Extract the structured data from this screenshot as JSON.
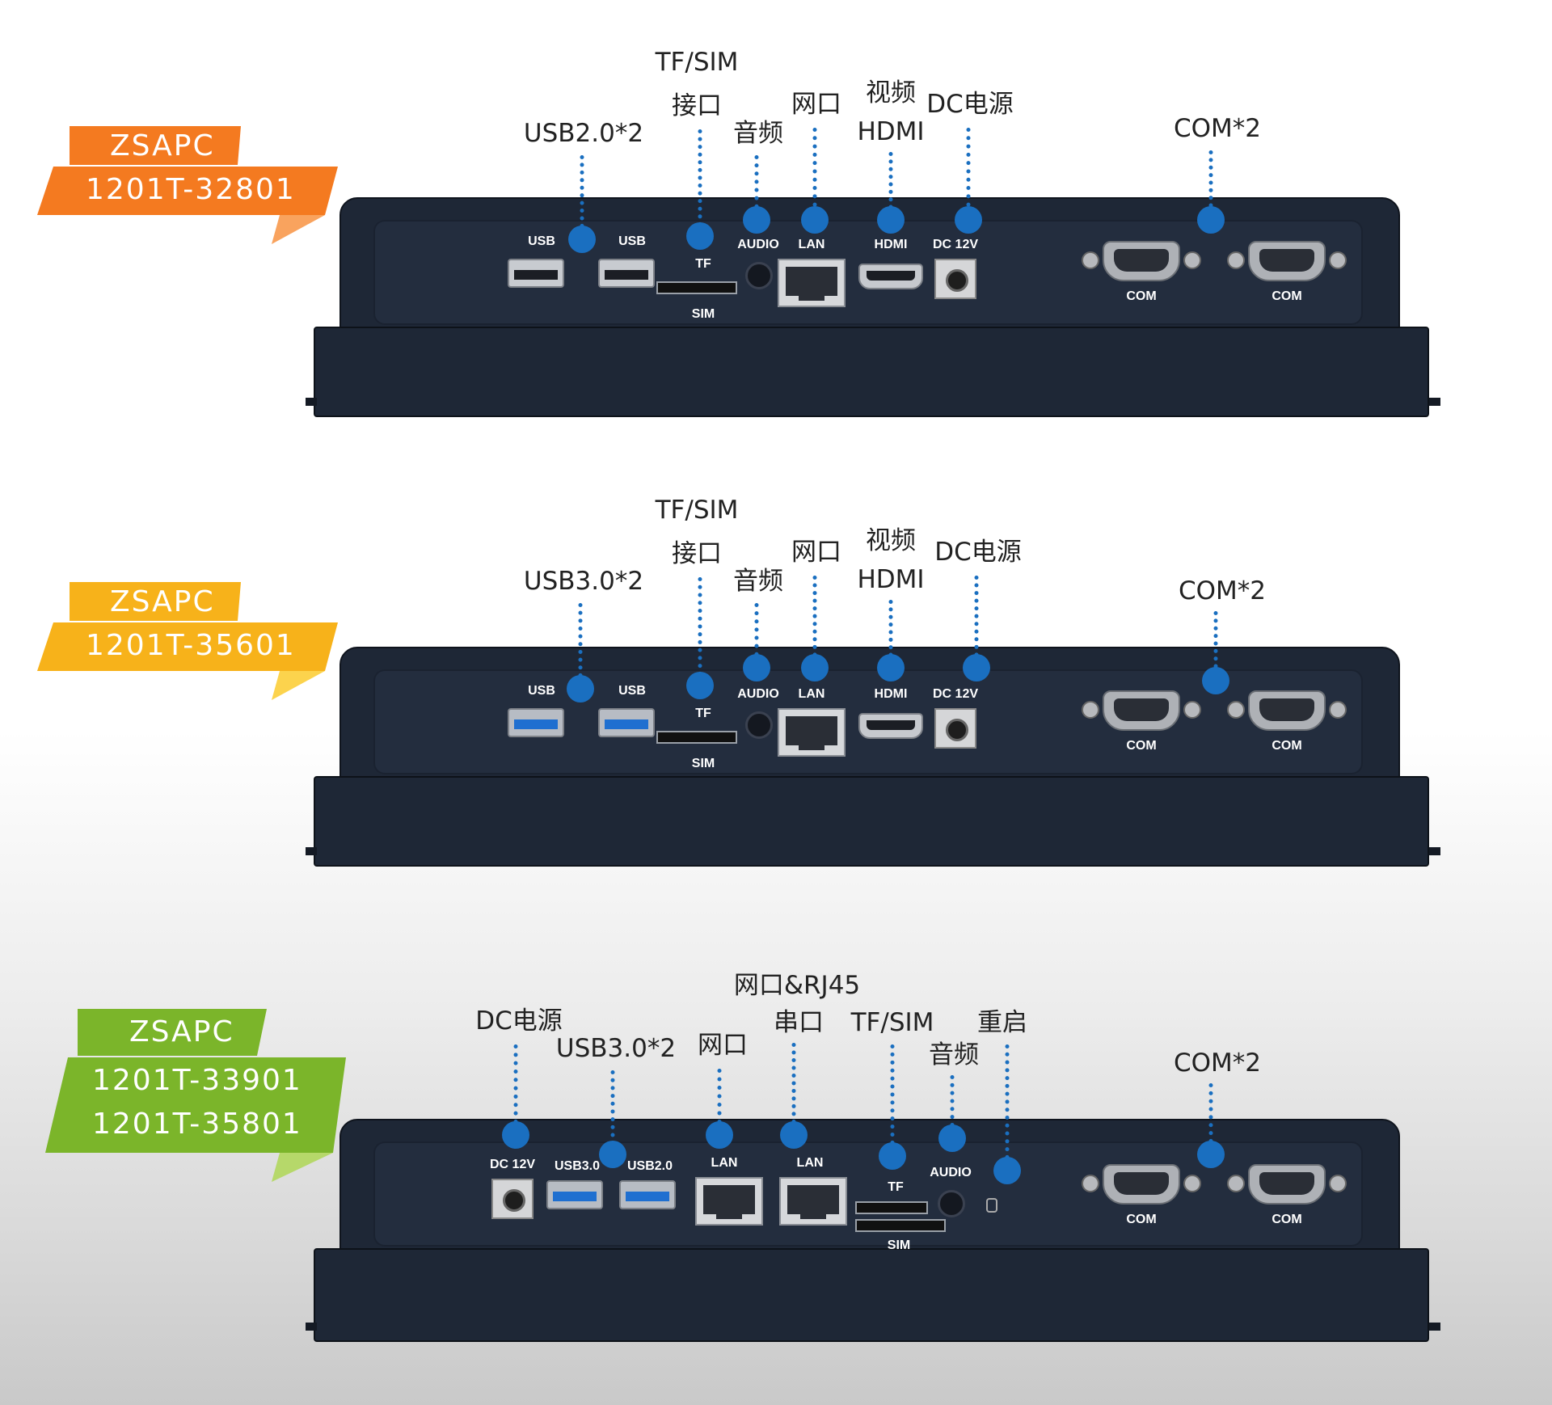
{
  "colors": {
    "orange": "#f47a20",
    "yellow": "#f7b21a",
    "green": "#7bb52a",
    "callout_blue": "#1a6fc0",
    "device_body": "#1e2736"
  },
  "sections": [
    {
      "model_brand": "ZSAPC",
      "model_codes": [
        "1201T-32801"
      ],
      "port_labels": {
        "usb_a": "USB",
        "usb_b": "USB",
        "tf": "TF",
        "sim": "SIM",
        "audio": "AUDIO",
        "lan": "LAN",
        "hdmi": "HDMI",
        "dc": "DC 12V",
        "com_a": "COM",
        "com_b": "COM"
      },
      "callouts": {
        "usb": "USB2.0*2",
        "tfsim_1": "TF/SIM",
        "tfsim_2": "接口",
        "audio": "音频",
        "lan": "网口",
        "hdmi_1": "视频",
        "hdmi_2": "HDMI",
        "dc": "DC电源",
        "com": "COM*2"
      }
    },
    {
      "model_brand": "ZSAPC",
      "model_codes": [
        "1201T-35601"
      ],
      "port_labels": {
        "usb_a": "USB",
        "usb_b": "USB",
        "tf": "TF",
        "sim": "SIM",
        "audio": "AUDIO",
        "lan": "LAN",
        "hdmi": "HDMI",
        "dc": "DC 12V",
        "com_a": "COM",
        "com_b": "COM"
      },
      "callouts": {
        "usb": "USB3.0*2",
        "tfsim_1": "TF/SIM",
        "tfsim_2": "接口",
        "audio": "音频",
        "lan": "网口",
        "hdmi_1": "视频",
        "hdmi_2": "HDMI",
        "dc": "DC电源",
        "com": "COM*2"
      }
    },
    {
      "model_brand": "ZSAPC",
      "model_codes": [
        "1201T-33901",
        "1201T-35801"
      ],
      "port_labels": {
        "dc": "DC 12V",
        "usb3": "USB3.0",
        "usb2": "USB2.0",
        "lan_a": "LAN",
        "lan_b": "LAN",
        "tf": "TF",
        "sim": "SIM",
        "audio": "AUDIO",
        "com_a": "COM",
        "com_b": "COM"
      },
      "callouts": {
        "dc": "DC电源",
        "usb": "USB3.0*2",
        "lan": "网口",
        "serial_1": "网口&RJ45",
        "serial_2": "串口",
        "tfsim": "TF/SIM",
        "audio": "音频",
        "reset": "重启",
        "com": "COM*2"
      }
    }
  ]
}
